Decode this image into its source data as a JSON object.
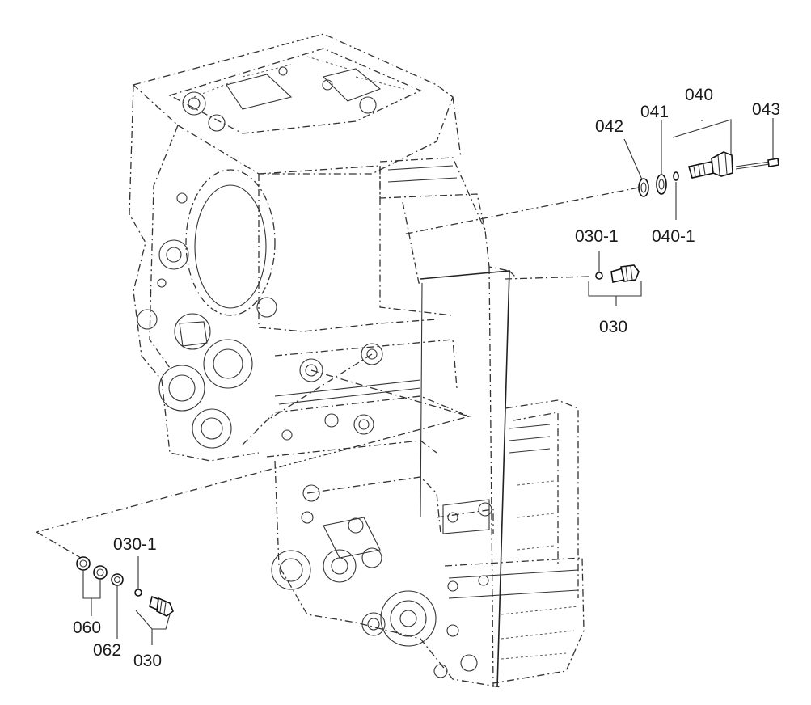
{
  "labels": {
    "p042": "042",
    "p041": "041",
    "p040": "040",
    "p043": "043",
    "p040_1": "040-1",
    "p030_1_top": "030-1",
    "p030_top": "030",
    "p030_1_bottom": "030-1",
    "p060": "060",
    "p062": "062",
    "p030_bottom": "030"
  }
}
